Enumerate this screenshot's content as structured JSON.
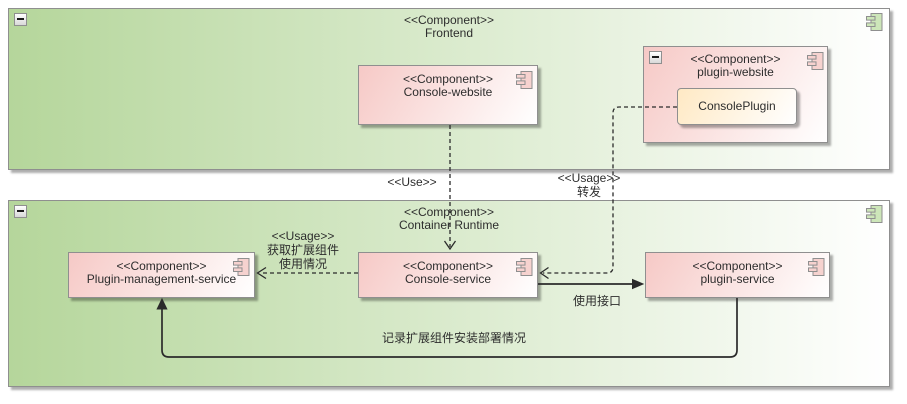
{
  "containers": {
    "frontend": {
      "stereotype": "<<Component>>",
      "name": "Frontend"
    },
    "container_runtime": {
      "stereotype": "<<Component>>",
      "name": "Container Runtime"
    }
  },
  "components": {
    "console_website": {
      "stereotype": "<<Component>>",
      "name": "Console-website"
    },
    "plugin_website": {
      "stereotype": "<<Component>>",
      "name": "plugin-website"
    },
    "console_plugin": {
      "name": "ConsolePlugin"
    },
    "plugin_management_service": {
      "stereotype": "<<Component>>",
      "name": "Plugin-management-service"
    },
    "console_service": {
      "stereotype": "<<Component>>",
      "name": "Console-service"
    },
    "plugin_service": {
      "stereotype": "<<Component>>",
      "name": "plugin-service"
    }
  },
  "edges": {
    "use": {
      "labels": [
        "<<Use>>"
      ],
      "style": "dashed-open-arrow",
      "from": "Console-website",
      "to": "Console-service"
    },
    "forward": {
      "labels": [
        "<<Usage>>",
        "转发"
      ],
      "style": "dashed-open-arrow",
      "from": "ConsolePlugin",
      "to": "Console-service"
    },
    "get_usage": {
      "labels": [
        "<<Usage>>",
        "获取扩展组件",
        "使用情况"
      ],
      "style": "dashed-open-arrow",
      "from": "Console-service",
      "to": "Plugin-management-service"
    },
    "use_interface": {
      "labels": [
        "使用接口"
      ],
      "style": "solid-filled-arrow",
      "from": "Console-service",
      "to": "plugin-service"
    },
    "record_install": {
      "labels": [
        "记录扩展组件安装部署情况"
      ],
      "style": "solid-filled-arrow",
      "from": "plugin-service",
      "to": "Plugin-management-service"
    }
  },
  "colors": {
    "container_fill_start": "#b5d69b",
    "container_fill_end": "#ffffff",
    "component_fill_start": "#f6c9c6",
    "component_fill_end": "#ffffff",
    "artifact_fill_start": "#ffe9c4",
    "artifact_fill_end": "#ffffff",
    "border": "#8f8f8f",
    "edge": "#2b2b2b",
    "text": "#2d2d2d"
  }
}
